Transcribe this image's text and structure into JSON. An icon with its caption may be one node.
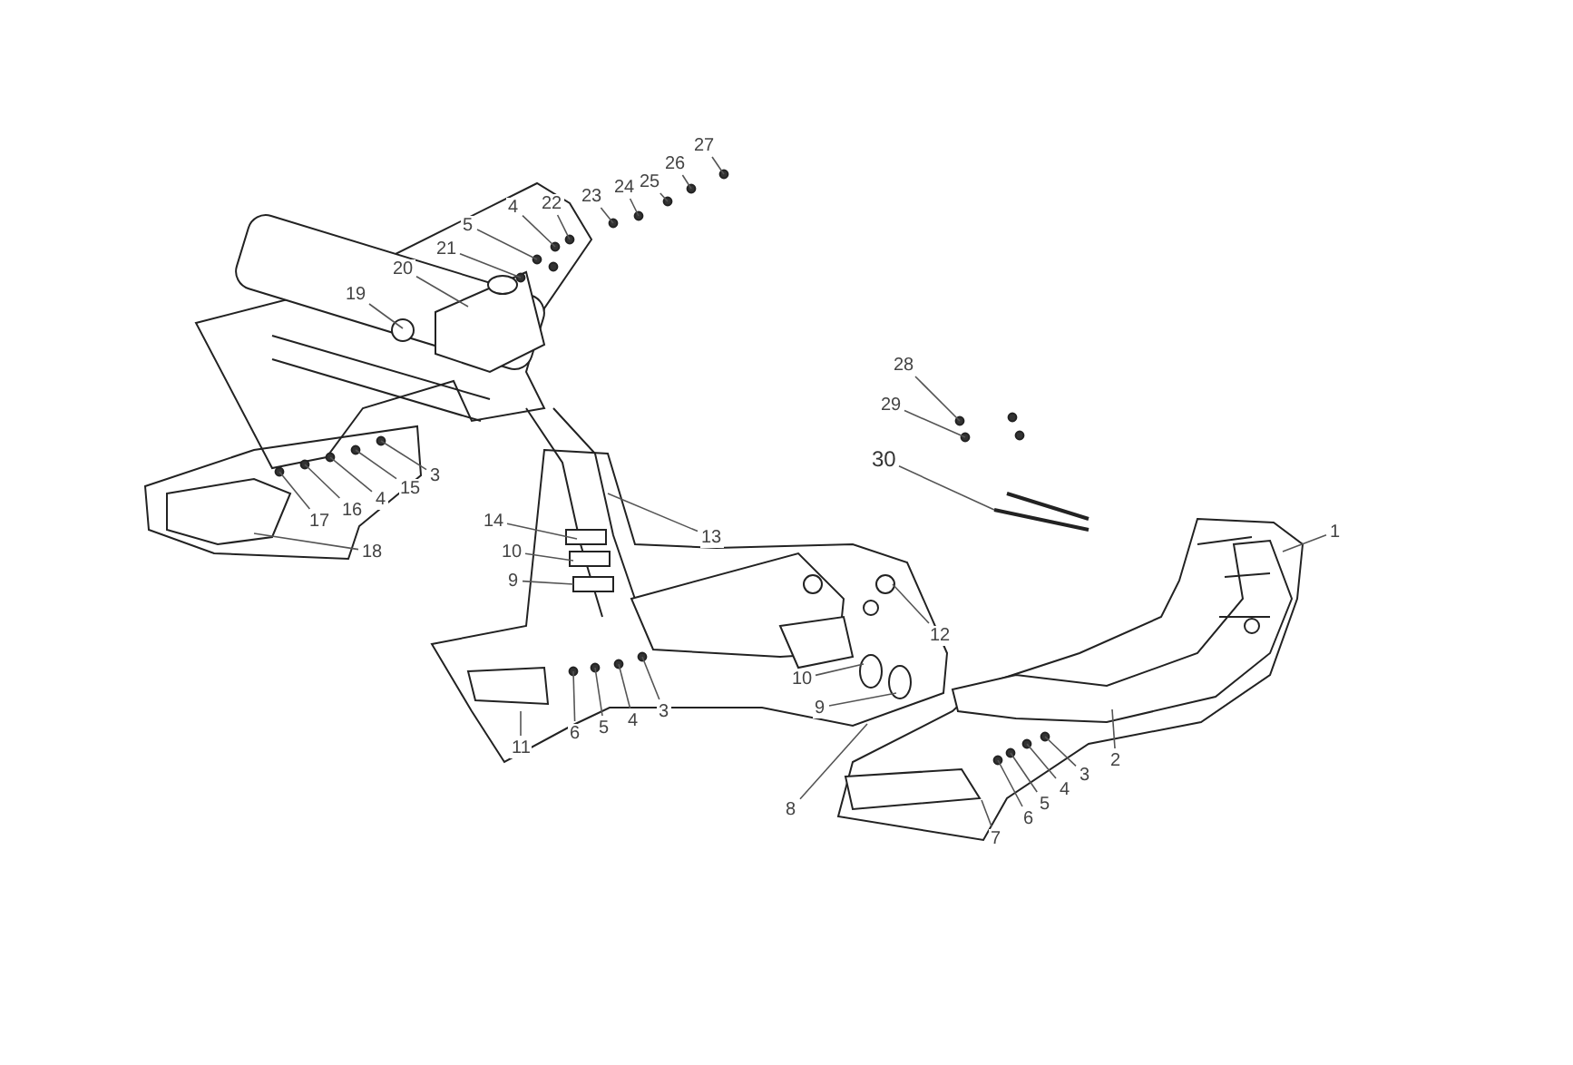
{
  "diagram": {
    "nodes": [
      {
        "text": [
          "27"
        ]
      },
      {
        "text": [
          "26"
        ]
      },
      {
        "text": [
          "25"
        ]
      },
      {
        "text": [
          "24"
        ]
      },
      {
        "text": [
          "23"
        ]
      },
      {
        "text": [
          "22"
        ]
      },
      {
        "text": [
          "4"
        ]
      },
      {
        "text": [
          "5"
        ]
      },
      {
        "text": [
          "21"
        ]
      },
      {
        "text": [
          "20"
        ]
      },
      {
        "text": [
          "19"
        ]
      },
      {
        "text": [
          "28"
        ]
      },
      {
        "text": [
          "29"
        ]
      },
      {
        "text": [
          "30"
        ]
      },
      {
        "text": [
          "3"
        ]
      },
      {
        "text": [
          "15"
        ]
      },
      {
        "text": [
          "4"
        ]
      },
      {
        "text": [
          "16"
        ]
      },
      {
        "text": [
          "17"
        ]
      },
      {
        "text": [
          "18"
        ]
      },
      {
        "text": [
          "14"
        ]
      },
      {
        "text": [
          "13"
        ]
      },
      {
        "text": [
          "10"
        ]
      },
      {
        "text": [
          "9"
        ]
      },
      {
        "text": [
          "1"
        ]
      },
      {
        "text": [
          "12"
        ]
      },
      {
        "text": [
          "10"
        ]
      },
      {
        "text": [
          "9"
        ]
      },
      {
        "text": [
          "3"
        ]
      },
      {
        "text": [
          "4"
        ]
      },
      {
        "text": [
          "5"
        ]
      },
      {
        "text": [
          "6"
        ]
      },
      {
        "text": [
          "11"
        ]
      },
      {
        "text": [
          "2"
        ]
      },
      {
        "text": [
          "8"
        ]
      },
      {
        "text": [
          "3"
        ]
      },
      {
        "text": [
          "4"
        ]
      },
      {
        "text": [
          "5"
        ]
      },
      {
        "text": [
          "6"
        ]
      },
      {
        "text": [
          "7"
        ]
      }
    ],
    "edges": [
      {
        "from": 0,
        "to": null,
        "arrow": "none"
      },
      {
        "from": 1,
        "to": null,
        "arrow": "none"
      },
      {
        "from": 2,
        "to": null,
        "arrow": "none"
      },
      {
        "from": 3,
        "to": null,
        "arrow": "none"
      },
      {
        "from": 4,
        "to": null,
        "arrow": "none"
      },
      {
        "from": 5,
        "to": null,
        "arrow": "none"
      },
      {
        "from": 6,
        "to": null,
        "arrow": "none"
      },
      {
        "from": 7,
        "to": null,
        "arrow": "none"
      },
      {
        "from": 8,
        "to": null,
        "arrow": "none"
      },
      {
        "from": 9,
        "to": null,
        "arrow": "none"
      },
      {
        "from": 10,
        "to": null,
        "arrow": "none"
      },
      {
        "from": 11,
        "to": null,
        "arrow": "none"
      },
      {
        "from": 12,
        "to": null,
        "arrow": "none"
      },
      {
        "from": 13,
        "to": null,
        "arrow": "none"
      },
      {
        "from": 14,
        "to": null,
        "arrow": "none"
      },
      {
        "from": 15,
        "to": null,
        "arrow": "none"
      },
      {
        "from": 16,
        "to": null,
        "arrow": "none"
      },
      {
        "from": 17,
        "to": null,
        "arrow": "none"
      },
      {
        "from": 18,
        "to": null,
        "arrow": "none"
      },
      {
        "from": 19,
        "to": null,
        "arrow": "none"
      },
      {
        "from": 20,
        "to": null,
        "arrow": "none"
      },
      {
        "from": 21,
        "to": null,
        "arrow": "none"
      },
      {
        "from": 22,
        "to": null,
        "arrow": "none"
      },
      {
        "from": 23,
        "to": null,
        "arrow": "none"
      },
      {
        "from": 24,
        "to": null,
        "arrow": "none"
      },
      {
        "from": 25,
        "to": null,
        "arrow": "none"
      },
      {
        "from": 26,
        "to": null,
        "arrow": "none"
      },
      {
        "from": 27,
        "to": null,
        "arrow": "none"
      },
      {
        "from": 28,
        "to": null,
        "arrow": "none"
      },
      {
        "from": 29,
        "to": null,
        "arrow": "none"
      },
      {
        "from": 30,
        "to": null,
        "arrow": "none"
      },
      {
        "from": 31,
        "to": null,
        "arrow": "none"
      },
      {
        "from": 32,
        "to": null,
        "arrow": "none"
      },
      {
        "from": 33,
        "to": null,
        "arrow": "none"
      },
      {
        "from": 34,
        "to": null,
        "arrow": "none"
      },
      {
        "from": 35,
        "to": null,
        "arrow": "none"
      },
      {
        "from": 36,
        "to": null,
        "arrow": "none"
      },
      {
        "from": 37,
        "to": null,
        "arrow": "none"
      },
      {
        "from": 38,
        "to": null,
        "arrow": "none"
      },
      {
        "from": 39,
        "to": null,
        "arrow": "none"
      }
    ]
  }
}
